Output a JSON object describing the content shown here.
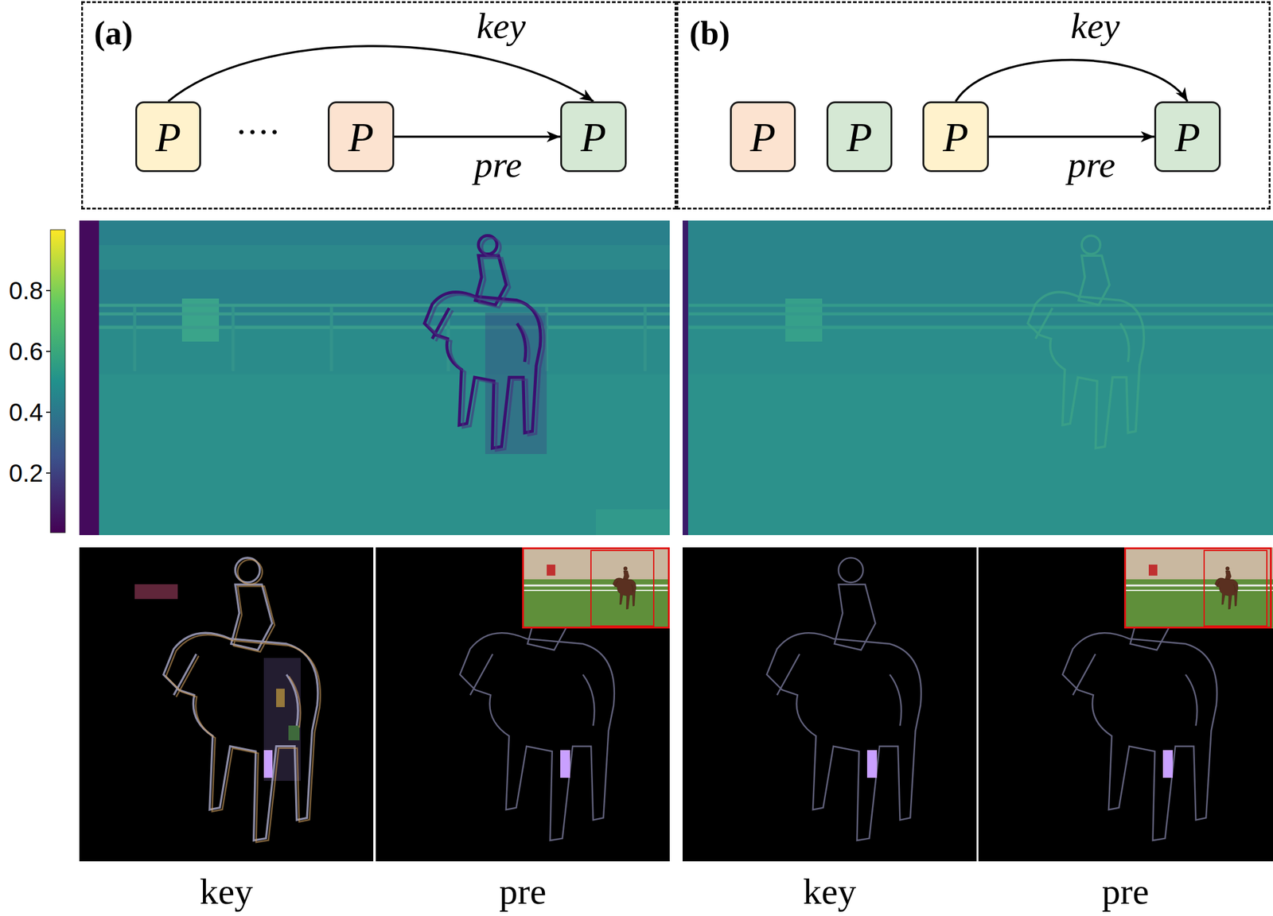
{
  "diagram": {
    "nodes": [
      {
        "text": [
          "(a)"
        ]
      },
      {
        "text": [
          "P"
        ],
        "in": 0
      },
      {
        "text": [
          "P"
        ],
        "in": 0
      },
      {
        "text": [
          "P"
        ],
        "in": 0
      },
      {
        "text": [
          "(b)"
        ]
      },
      {
        "text": [
          "P"
        ],
        "in": 4
      },
      {
        "text": [
          "P"
        ],
        "in": 4
      },
      {
        "text": [
          "P"
        ],
        "in": 4
      },
      {
        "text": [
          "P"
        ],
        "in": 4
      }
    ],
    "edges": [
      {
        "from": 1,
        "to": 3,
        "label": "key",
        "arrow": "to"
      },
      {
        "from": 2,
        "to": 3,
        "label": "pre",
        "arrow": "to"
      },
      {
        "from": 7,
        "to": 8,
        "label": "key",
        "arrow": "to"
      },
      {
        "from": 7,
        "to": 8,
        "label": "pre",
        "arrow": "to"
      }
    ],
    "labels": [
      "....",
      "0.8",
      "0.6",
      "0.4",
      "0.2",
      "key",
      "pre",
      "key",
      "pre"
    ]
  }
}
